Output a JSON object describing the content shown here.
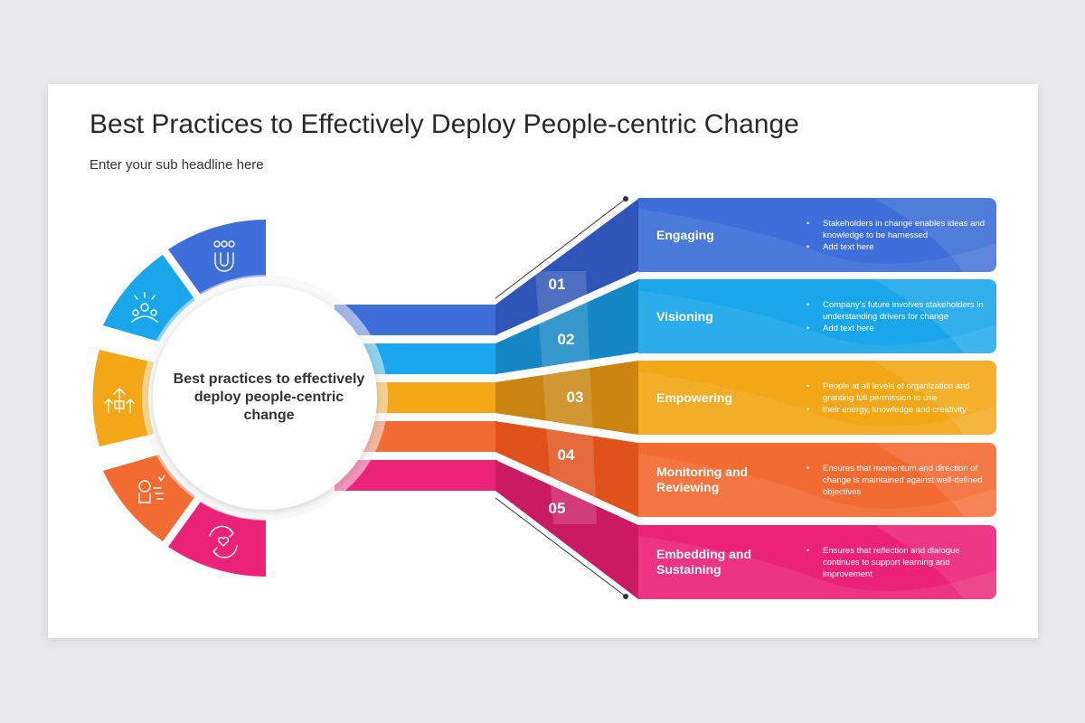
{
  "header": {
    "title": "Best Practices to Effectively Deploy People-centric Change",
    "subtitle": "Enter your sub headline here"
  },
  "center": {
    "text": "Best practices to effectively deploy people-centric change"
  },
  "colors": {
    "blue": "#3d6ed9",
    "cyan": "#1aa6ea",
    "yellow": "#f2a716",
    "orange": "#f26b32",
    "pink": "#eb2377"
  },
  "items": [
    {
      "number": "01",
      "label": "Engaging",
      "icon": "magnet-people-icon",
      "bullets": [
        "Stakeholders in change enables ideas and knowledge to be harnessed",
        "Add text here"
      ]
    },
    {
      "number": "02",
      "label": "Visioning",
      "icon": "team-idea-icon",
      "bullets": [
        "Company's future involves stakeholders in understanding drivers for change",
        "Add text here"
      ]
    },
    {
      "number": "03",
      "label": "Empowering",
      "icon": "growth-arrows-icon",
      "bullets": [
        "People at all levels of organization and granting full permission to use",
        "their energy, knowledge and creativity"
      ]
    },
    {
      "number": "04",
      "label": "Monitoring and Reviewing",
      "icon": "monitoring-icon",
      "bullets": [
        "Ensures that momentum and direction of change is maintained against well-defined objectives"
      ]
    },
    {
      "number": "05",
      "label": "Embedding and Sustaining",
      "icon": "cycle-heart-icon",
      "bullets": [
        "Ensures that reflection and dialogue continues to support learning and improvement"
      ]
    }
  ]
}
